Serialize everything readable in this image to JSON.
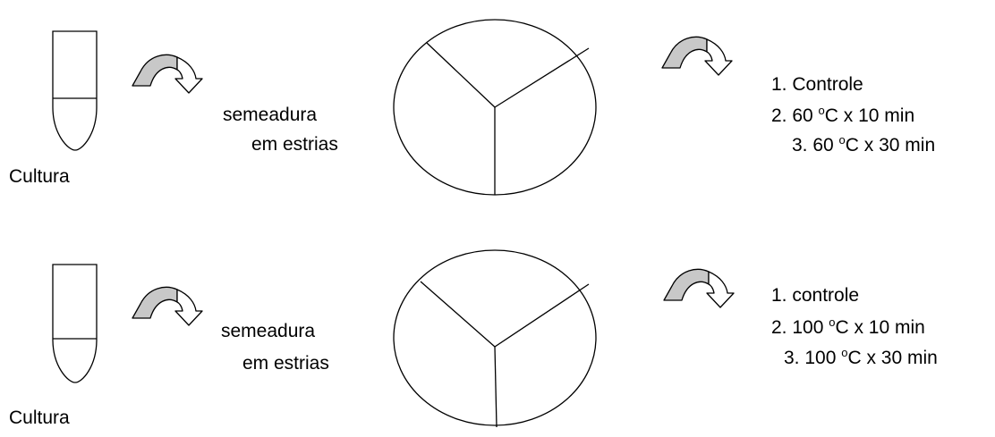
{
  "colors": {
    "arrow_fill": "#c8c8c8",
    "stroke": "#000000"
  },
  "rows": [
    {
      "tube_label": "Cultura",
      "method_line1": "semeadura",
      "method_line2": "em estrias",
      "conditions": [
        {
          "text": "1. Controle",
          "degree": "",
          "rest": ""
        },
        {
          "text": "2. 60 ",
          "degree": "o",
          "rest": "C x 10 min"
        },
        {
          "text": "3. 60 ",
          "degree": "o",
          "rest": "C x 30 min"
        }
      ]
    },
    {
      "tube_label": "Cultura",
      "method_line1": "semeadura",
      "method_line2": "em estrias",
      "conditions": [
        {
          "text": "1. controle",
          "degree": "",
          "rest": ""
        },
        {
          "text": "2. 100 ",
          "degree": "o",
          "rest": "C x 10 min"
        },
        {
          "text": "3. 100 ",
          "degree": "o",
          "rest": "C x 30 min"
        }
      ]
    }
  ]
}
